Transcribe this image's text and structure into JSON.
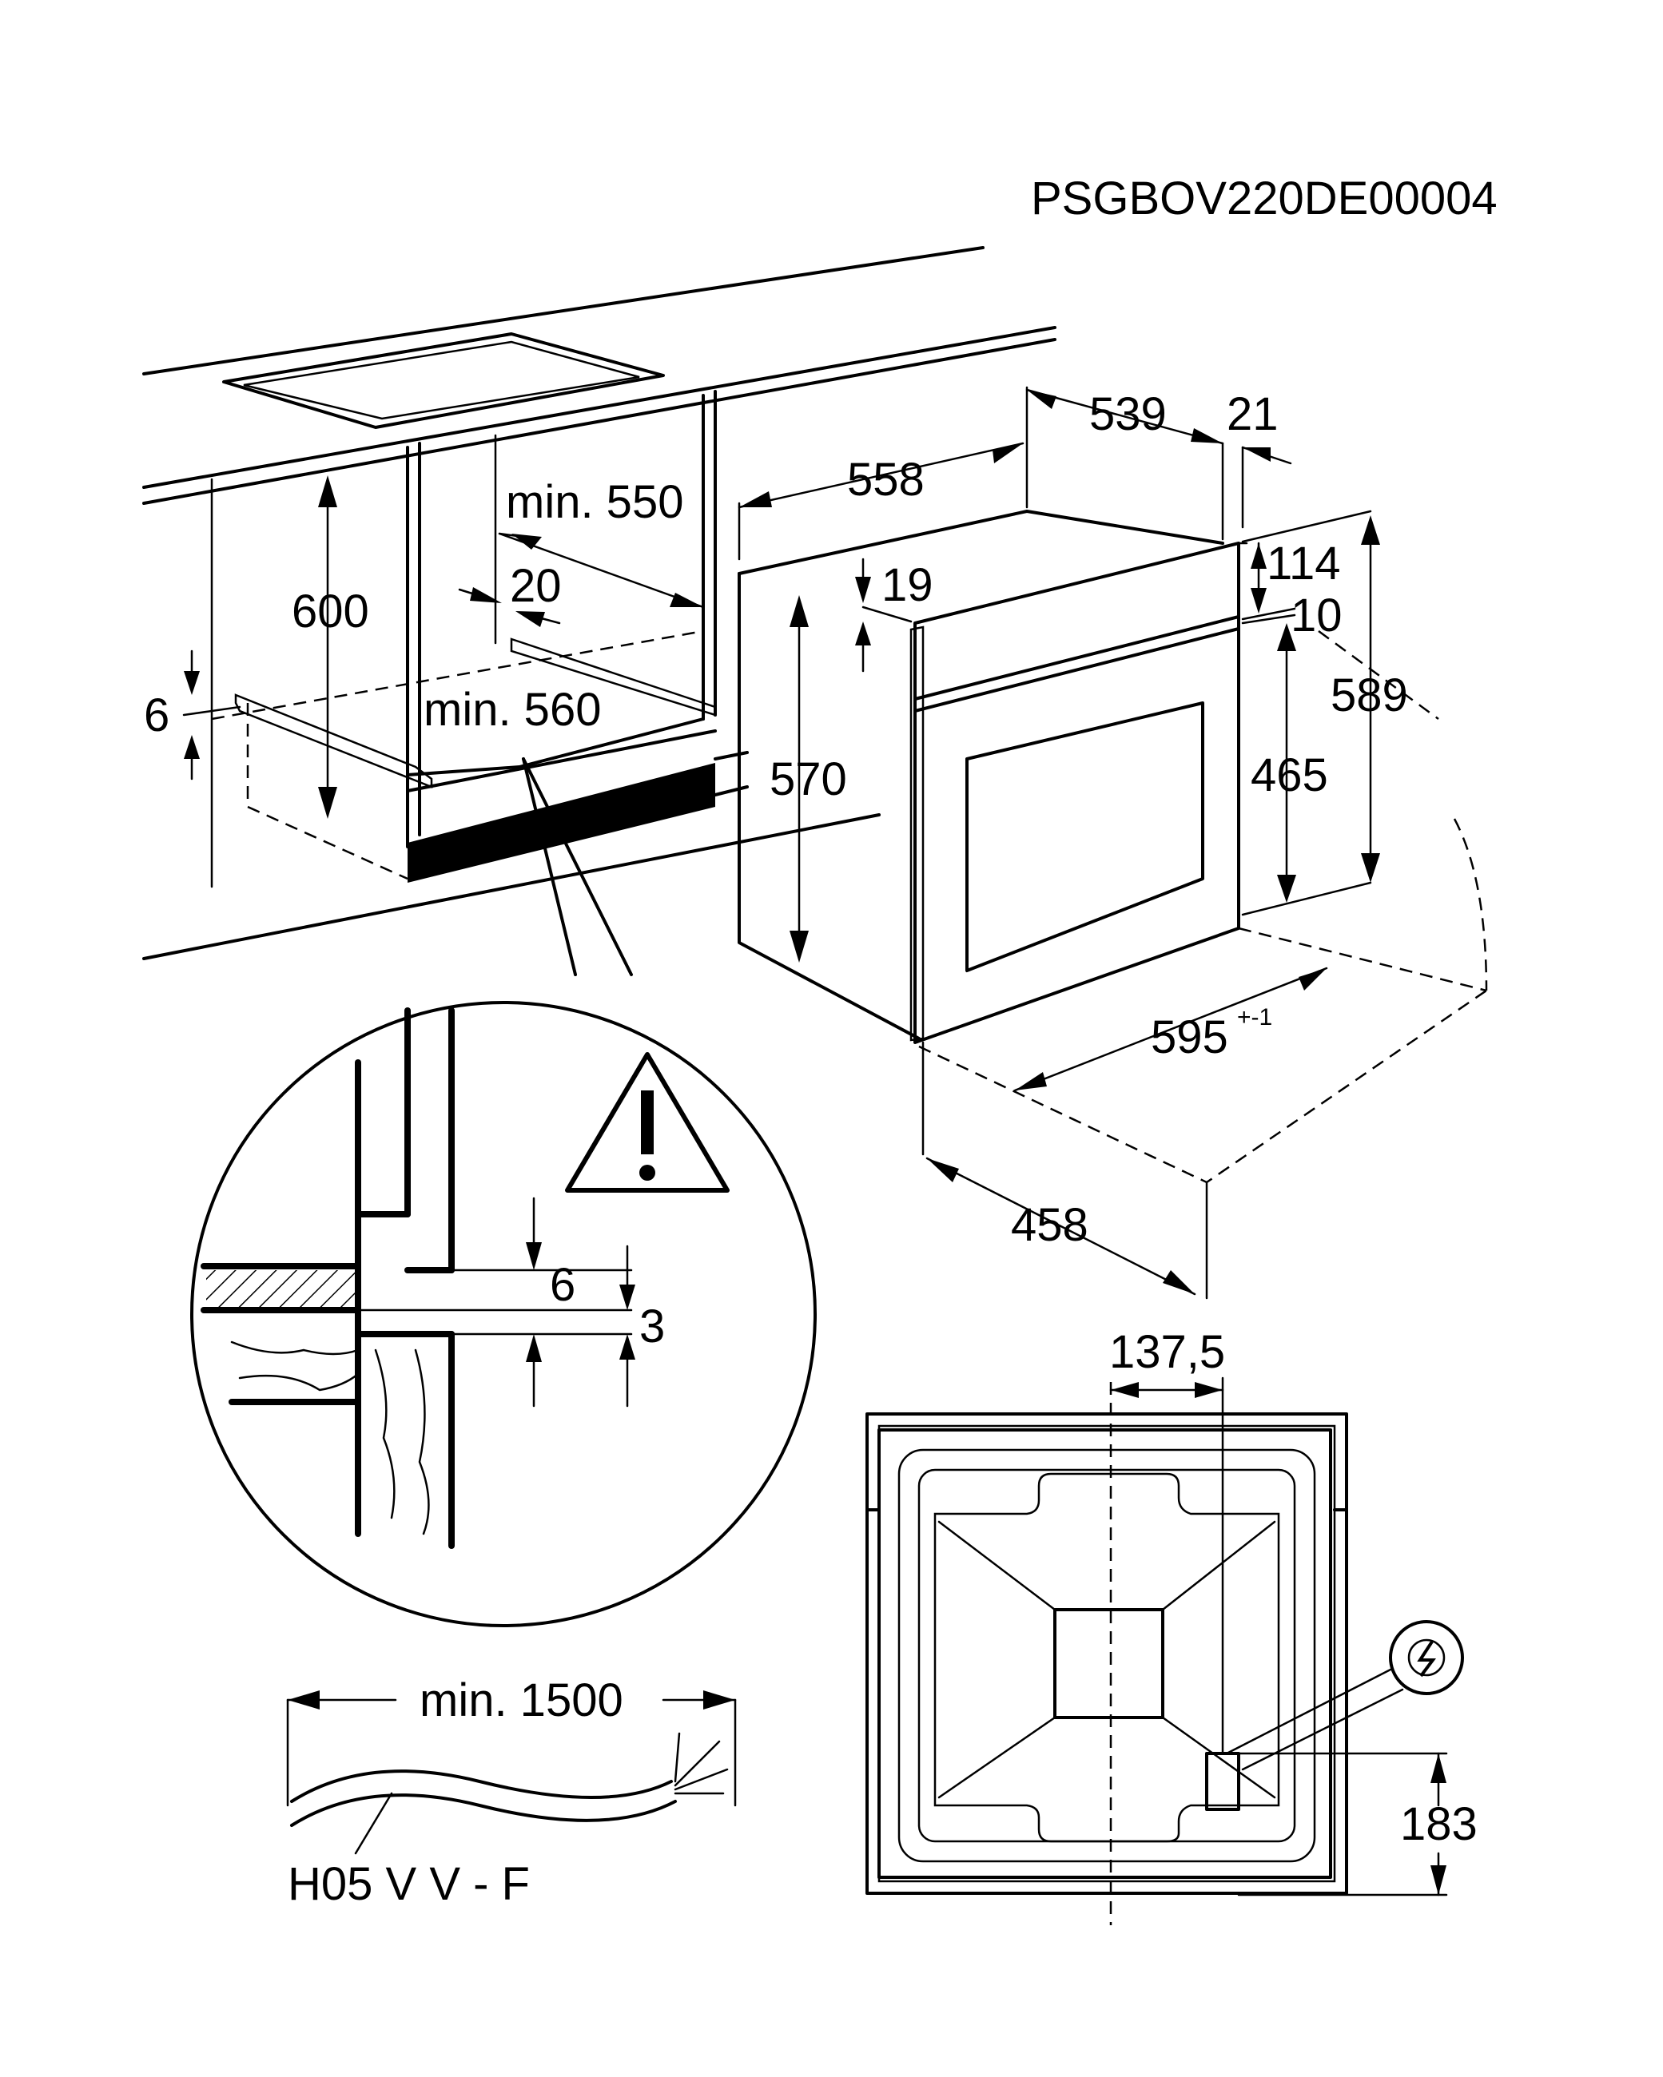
{
  "code": "PSGBOV220DE00004",
  "dims": {
    "d539": "539",
    "d21": "21",
    "d558": "558",
    "min550": "min. 550",
    "d600": "600",
    "d20": "20",
    "d19": "19",
    "d114": "114",
    "d10": "10",
    "d589": "589",
    "d6a": "6",
    "min560": "min. 560",
    "d570": "570",
    "d465": "465",
    "d595": "595",
    "d595tol": "+-1",
    "d458": "458",
    "d6b": "6",
    "d3": "3",
    "d137": "137,5",
    "d183": "183",
    "min1500": "min. 1500"
  },
  "cable": "H05 V V - F"
}
